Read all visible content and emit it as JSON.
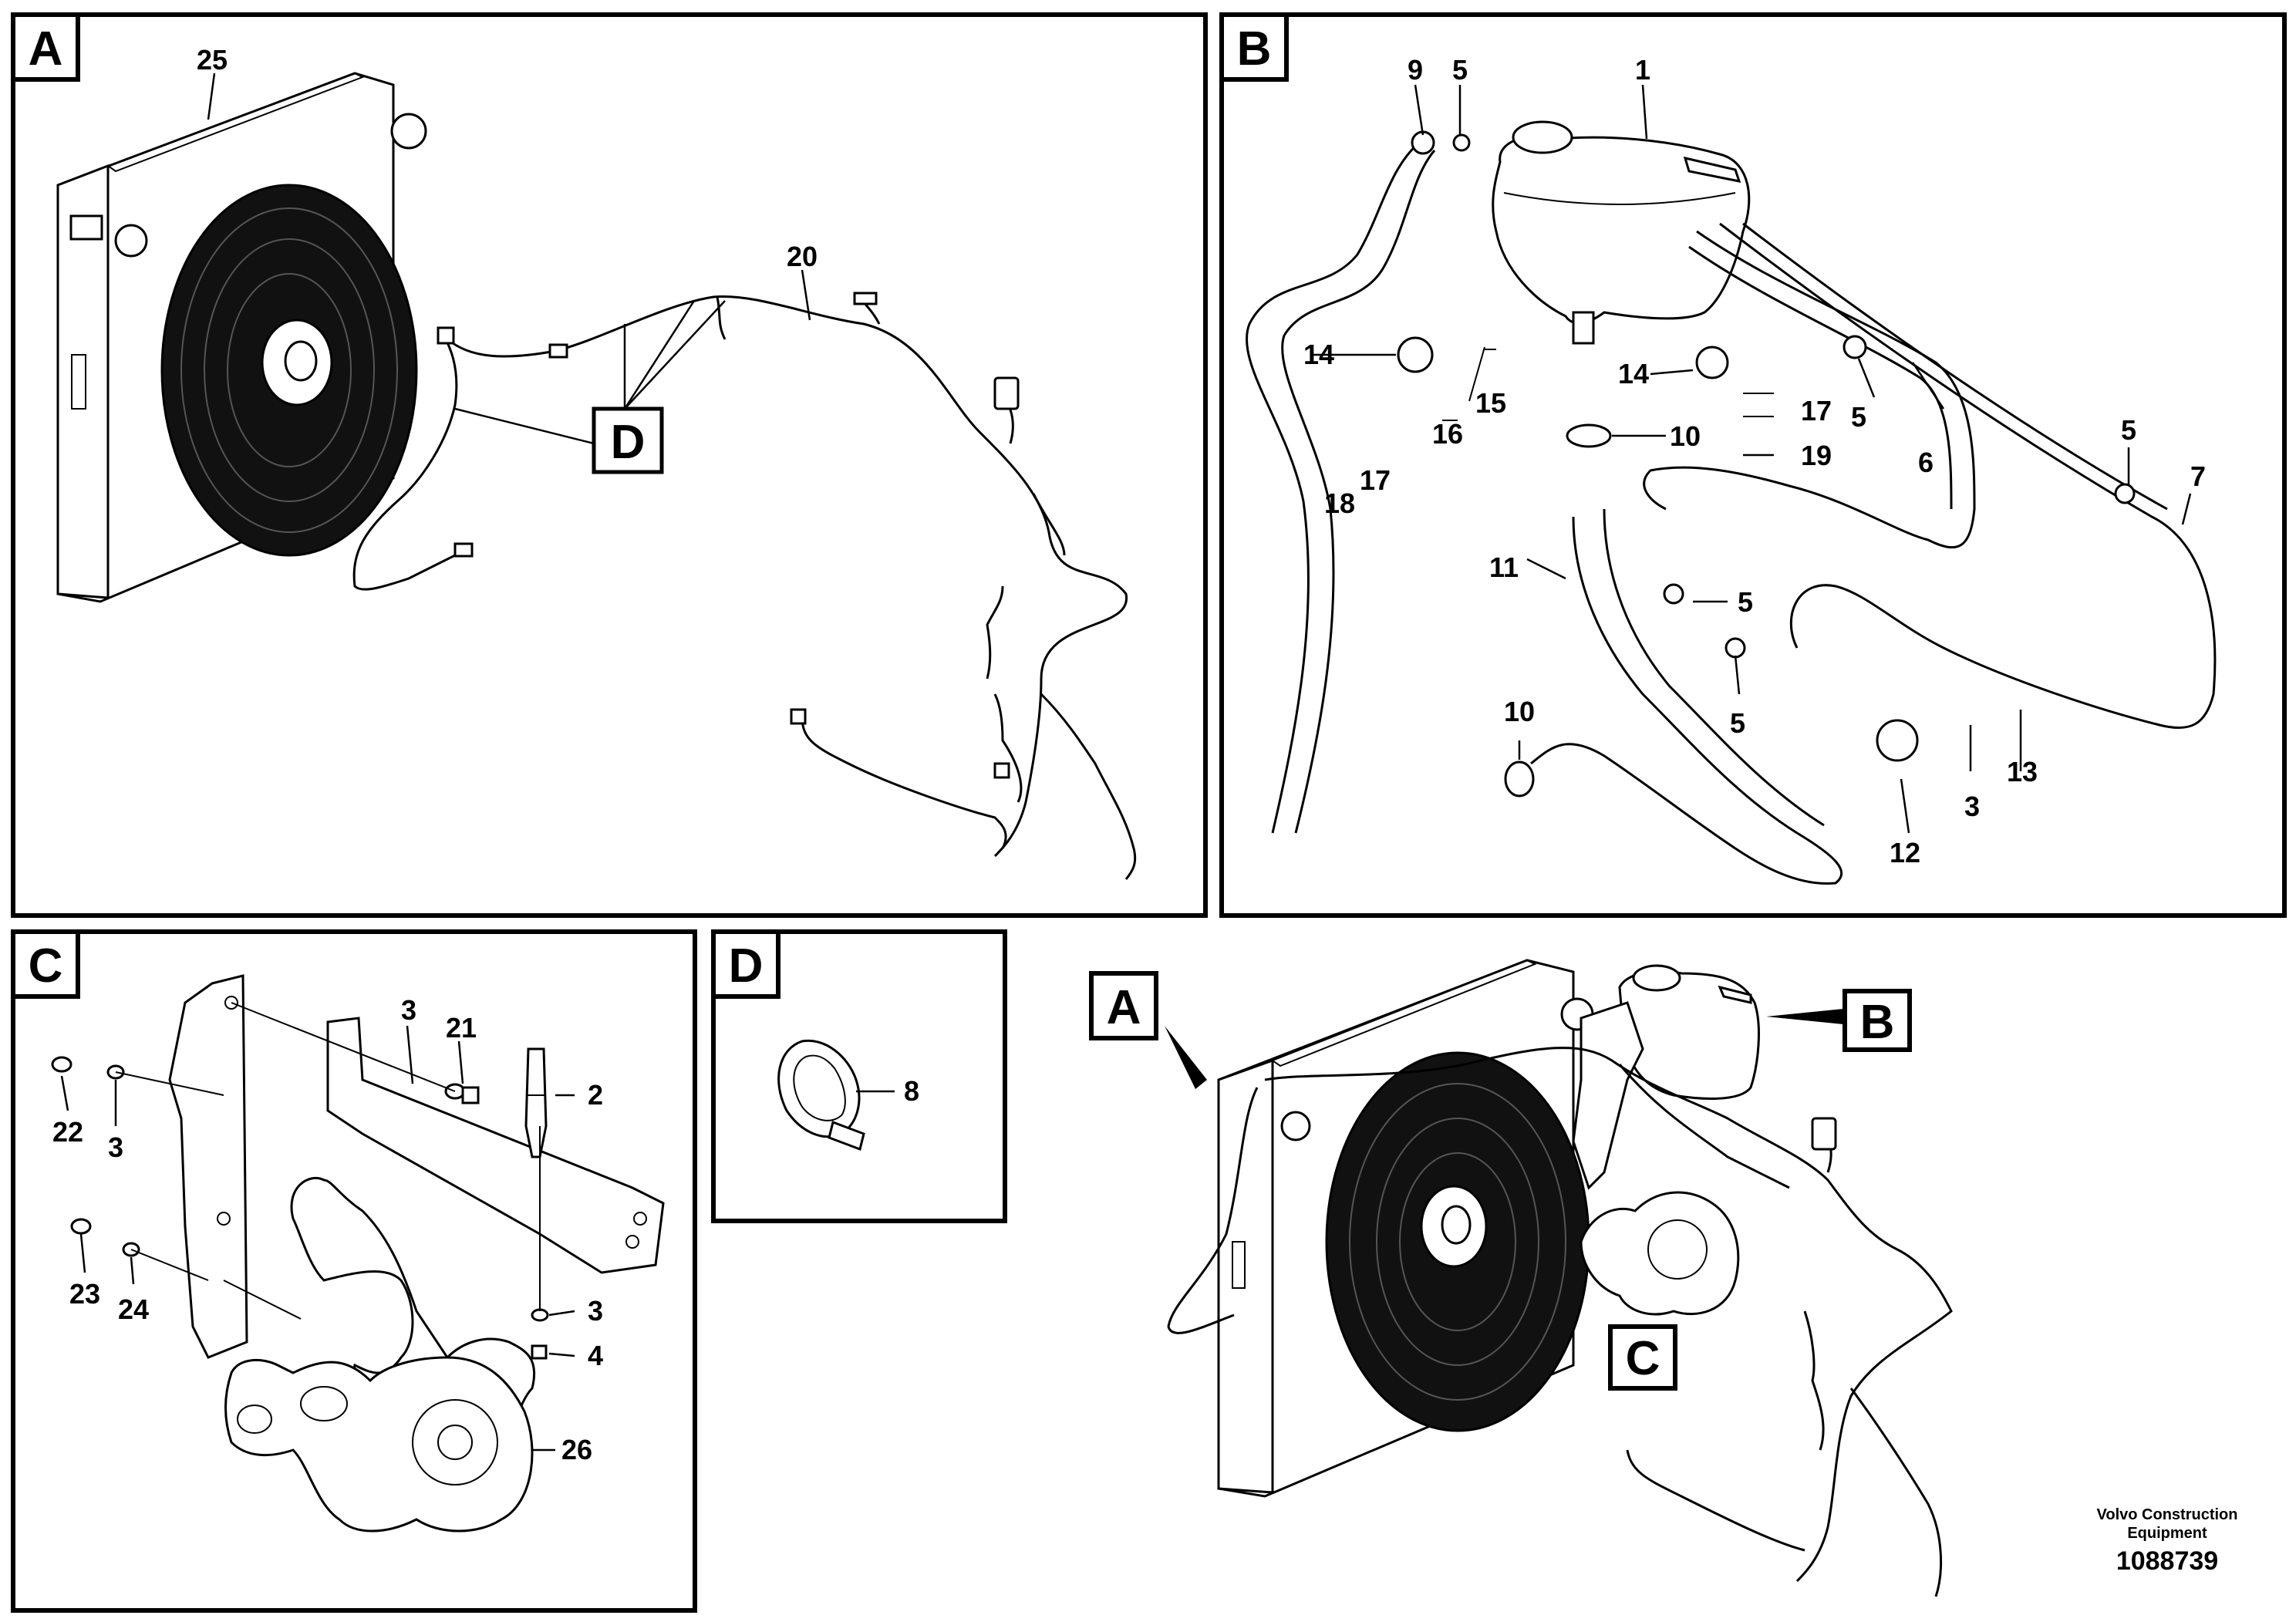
{
  "panels": {
    "A": {
      "letter": "A"
    },
    "B": {
      "letter": "B"
    },
    "C": {
      "letter": "C"
    },
    "D": {
      "letter": "D"
    }
  },
  "overview_tags": {
    "A": "A",
    "B": "B",
    "C": "C"
  },
  "callouts": {
    "a_25": "25",
    "a_20": "20",
    "a_D": "D",
    "b_9": "9",
    "b_5_top": "5",
    "b_1": "1",
    "b_14_left": "14",
    "b_15": "15",
    "b_16": "16",
    "b_17_left": "17",
    "b_18": "18",
    "b_14_mid": "14",
    "b_10_mid": "10",
    "b_17_mid": "17",
    "b_19": "19",
    "b_5_mid": "5",
    "b_6": "6",
    "b_5_right": "5",
    "b_7": "7",
    "b_11": "11",
    "b_5_low1": "5",
    "b_5_low2": "5",
    "b_10_low": "10",
    "b_12": "12",
    "b_3": "3",
    "b_13": "13",
    "c_3_top": "3",
    "c_21": "21",
    "c_2": "2",
    "c_22": "22",
    "c_3_left": "3",
    "c_23": "23",
    "c_24": "24",
    "c_3_low": "3",
    "c_4": "4",
    "c_26": "26",
    "d_8": "8"
  },
  "credit": {
    "company_line1": "Volvo Construction",
    "company_line2": "Equipment",
    "drawing_number": "1088739"
  }
}
